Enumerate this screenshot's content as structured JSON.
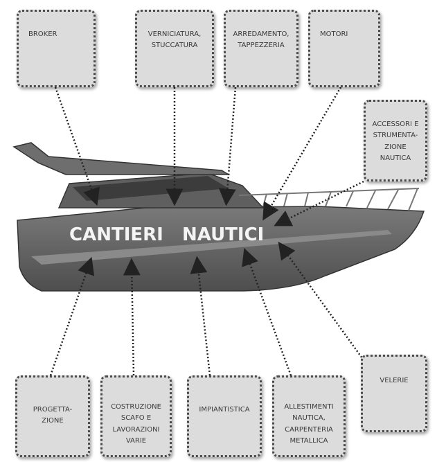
{
  "title": "CANTIERI   NAUTICI",
  "boxes": {
    "broker": "BROKER",
    "verniciatura": "VERNICIATURA,\nSTUCCATURA",
    "arredamento": "ARREDAMENTO,\nTAPPEZZERIA",
    "motori": "MOTORI",
    "accessori": "ACCESSORI E\nSTRUMENTA-\nZIONE\nNAUTICA",
    "velerie": "VELERIE",
    "progettazione": "PROGETTA-\nZIONE",
    "costruzione": "COSTRUZIONE\nSCAFO E\nLAVORAZIONI\nVARIE",
    "impiantistica": "IMPIANTISTICA",
    "allestimenti": "ALLESTIMENTI\nNAUTICA,\nCARPENTERIA\nMETALLICA"
  },
  "colors": {
    "hull": "#666666",
    "stripe": "#7a7a7a",
    "box_fill": "#dcdcdc",
    "box_border": "#4a4a4a",
    "arrow": "#222222"
  }
}
